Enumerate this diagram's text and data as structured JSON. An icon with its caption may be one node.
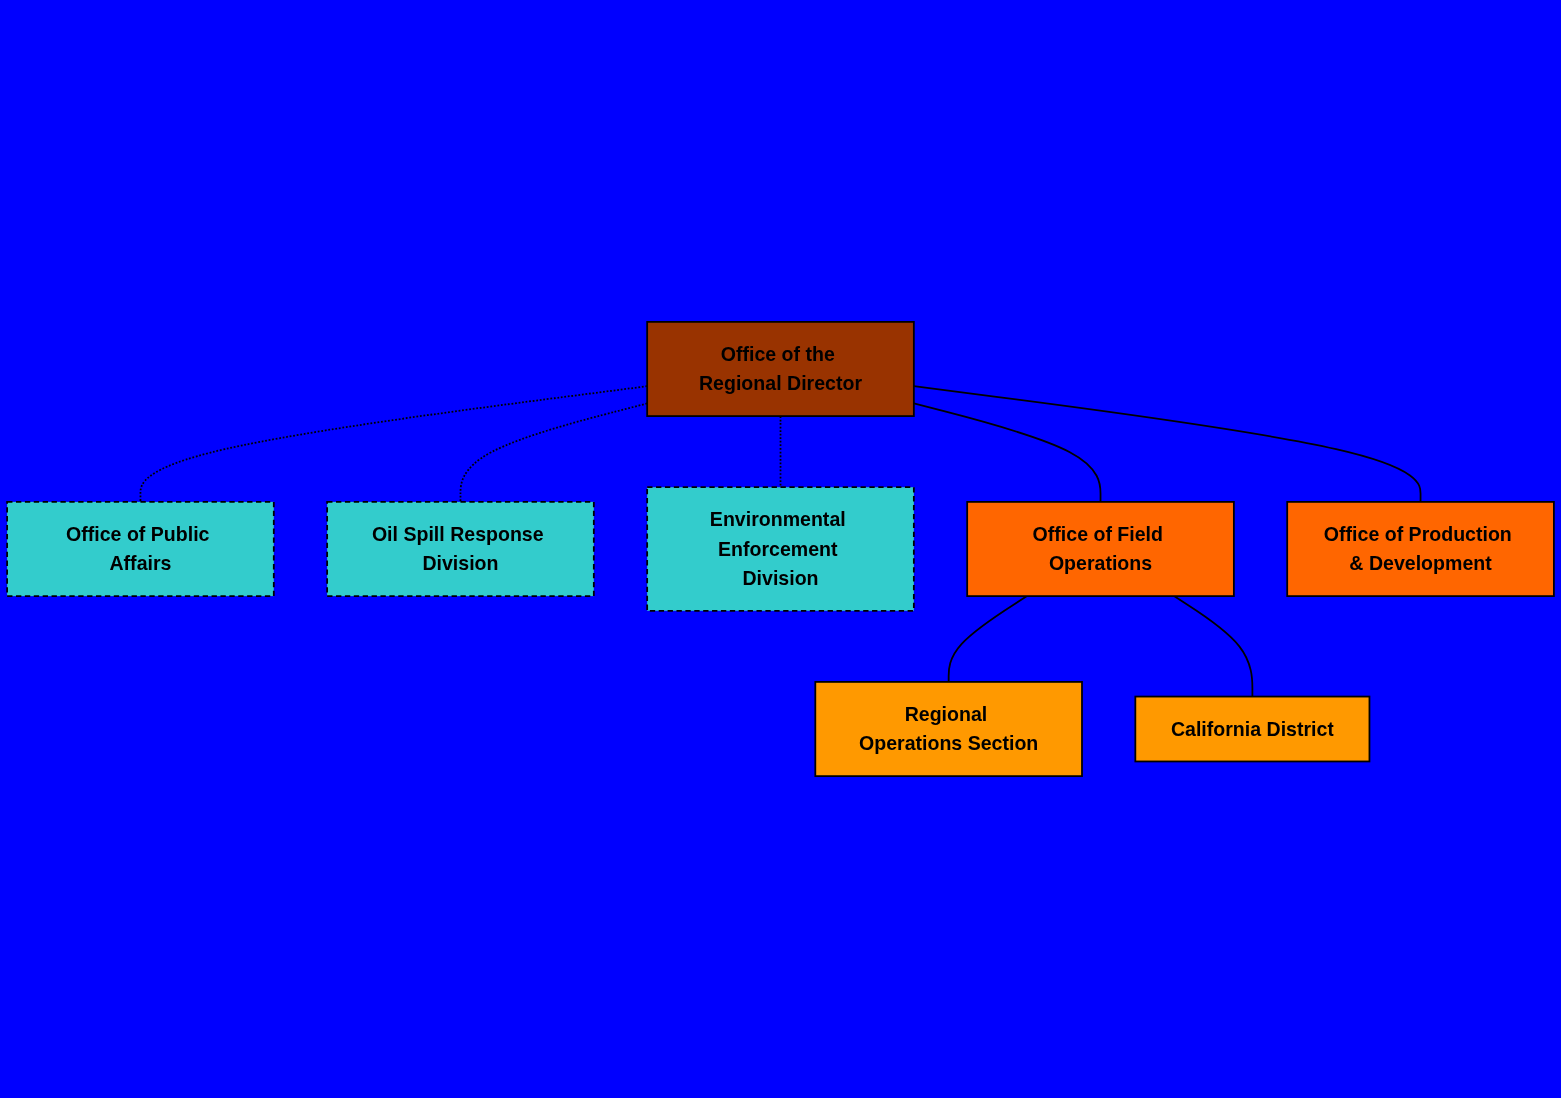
{
  "diagram": {
    "nodes": [
      {
        "text": [
          "Office of Public Affairs"
        ]
      },
      {
        "text": [
          "Office of the Regional Director"
        ]
      },
      {
        "text": [
          "Oil Spill Response Division"
        ]
      },
      {
        "text": [
          "Environmental Enforcement Division"
        ]
      },
      {
        "text": [
          "Office of Field Operations"
        ]
      },
      {
        "text": [
          "Office of Production & Development"
        ]
      },
      {
        "text": [
          "Regional Operations Section"
        ]
      },
      {
        "text": [
          "California District"
        ]
      }
    ],
    "edges": [
      {
        "from": 1,
        "to": 0,
        "arrow": "none",
        "style": "dashed"
      },
      {
        "from": 1,
        "to": 2,
        "arrow": "none",
        "style": "dashed"
      },
      {
        "from": 1,
        "to": 3,
        "arrow": "none",
        "style": "dashed"
      },
      {
        "from": 1,
        "to": 4,
        "arrow": "none"
      },
      {
        "from": 1,
        "to": 5,
        "arrow": "none"
      },
      {
        "from": 4,
        "to": 6,
        "arrow": "none"
      },
      {
        "from": 4,
        "to": 7,
        "arrow": "none"
      }
    ]
  }
}
